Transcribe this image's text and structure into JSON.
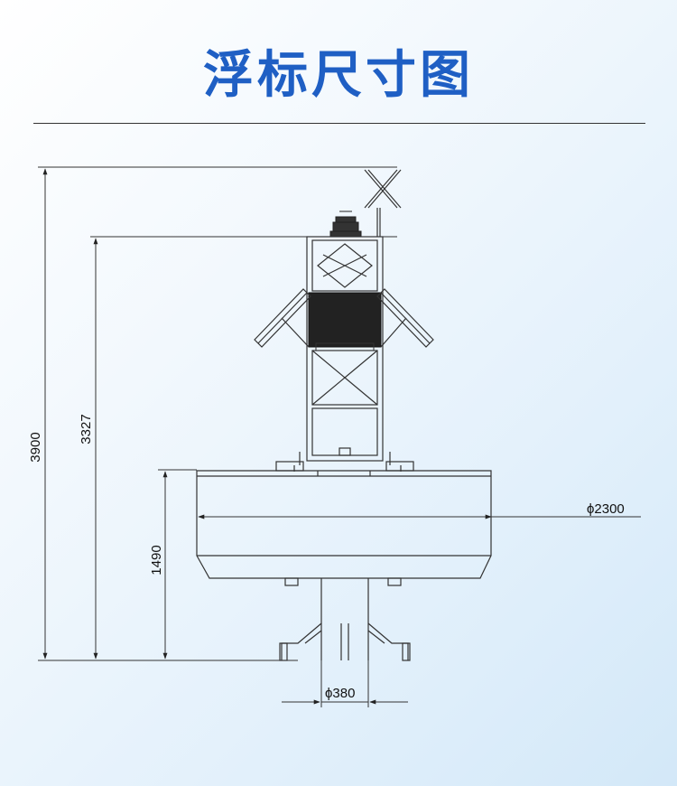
{
  "title": "浮标尺寸图",
  "dimensions": {
    "total_height": "3900",
    "light_height": "3327",
    "float_height": "1490",
    "float_diameter": "ϕ2300",
    "column_diameter": "ϕ380"
  },
  "colors": {
    "title": "#1f5fc4",
    "line": "#333333",
    "solar_panel": "#222222"
  }
}
